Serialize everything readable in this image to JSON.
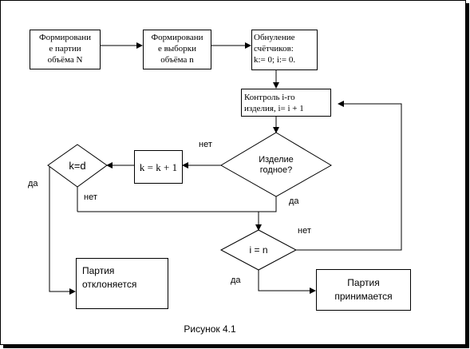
{
  "diagram": {
    "nodes": {
      "form_batch": "Формировани\nе партии\nобъёма N",
      "form_sample": "Формировани\nе  выборки\nобъёма n",
      "reset_counters": "Обнуление\nсчётчиков:\nk:= 0; i:= 0.",
      "inspect_item": "Контроль i-го\nизделия, i= i + 1",
      "item_ok": "Изделие\nгодное?",
      "k_increment": "k = k + 1",
      "k_eq_d": "k=d",
      "i_eq_n": "i = n",
      "rejected": "Партия\nотклоняется",
      "accepted": "Партия\nпринимается"
    },
    "edge_labels": {
      "item_ok_no": "нет",
      "item_ok_yes": "да",
      "k_eq_d_yes": "да",
      "k_eq_d_no": "нет",
      "i_eq_n_no": "нет",
      "i_eq_n_yes": "да"
    },
    "caption": "Рисунок 4.1"
  }
}
